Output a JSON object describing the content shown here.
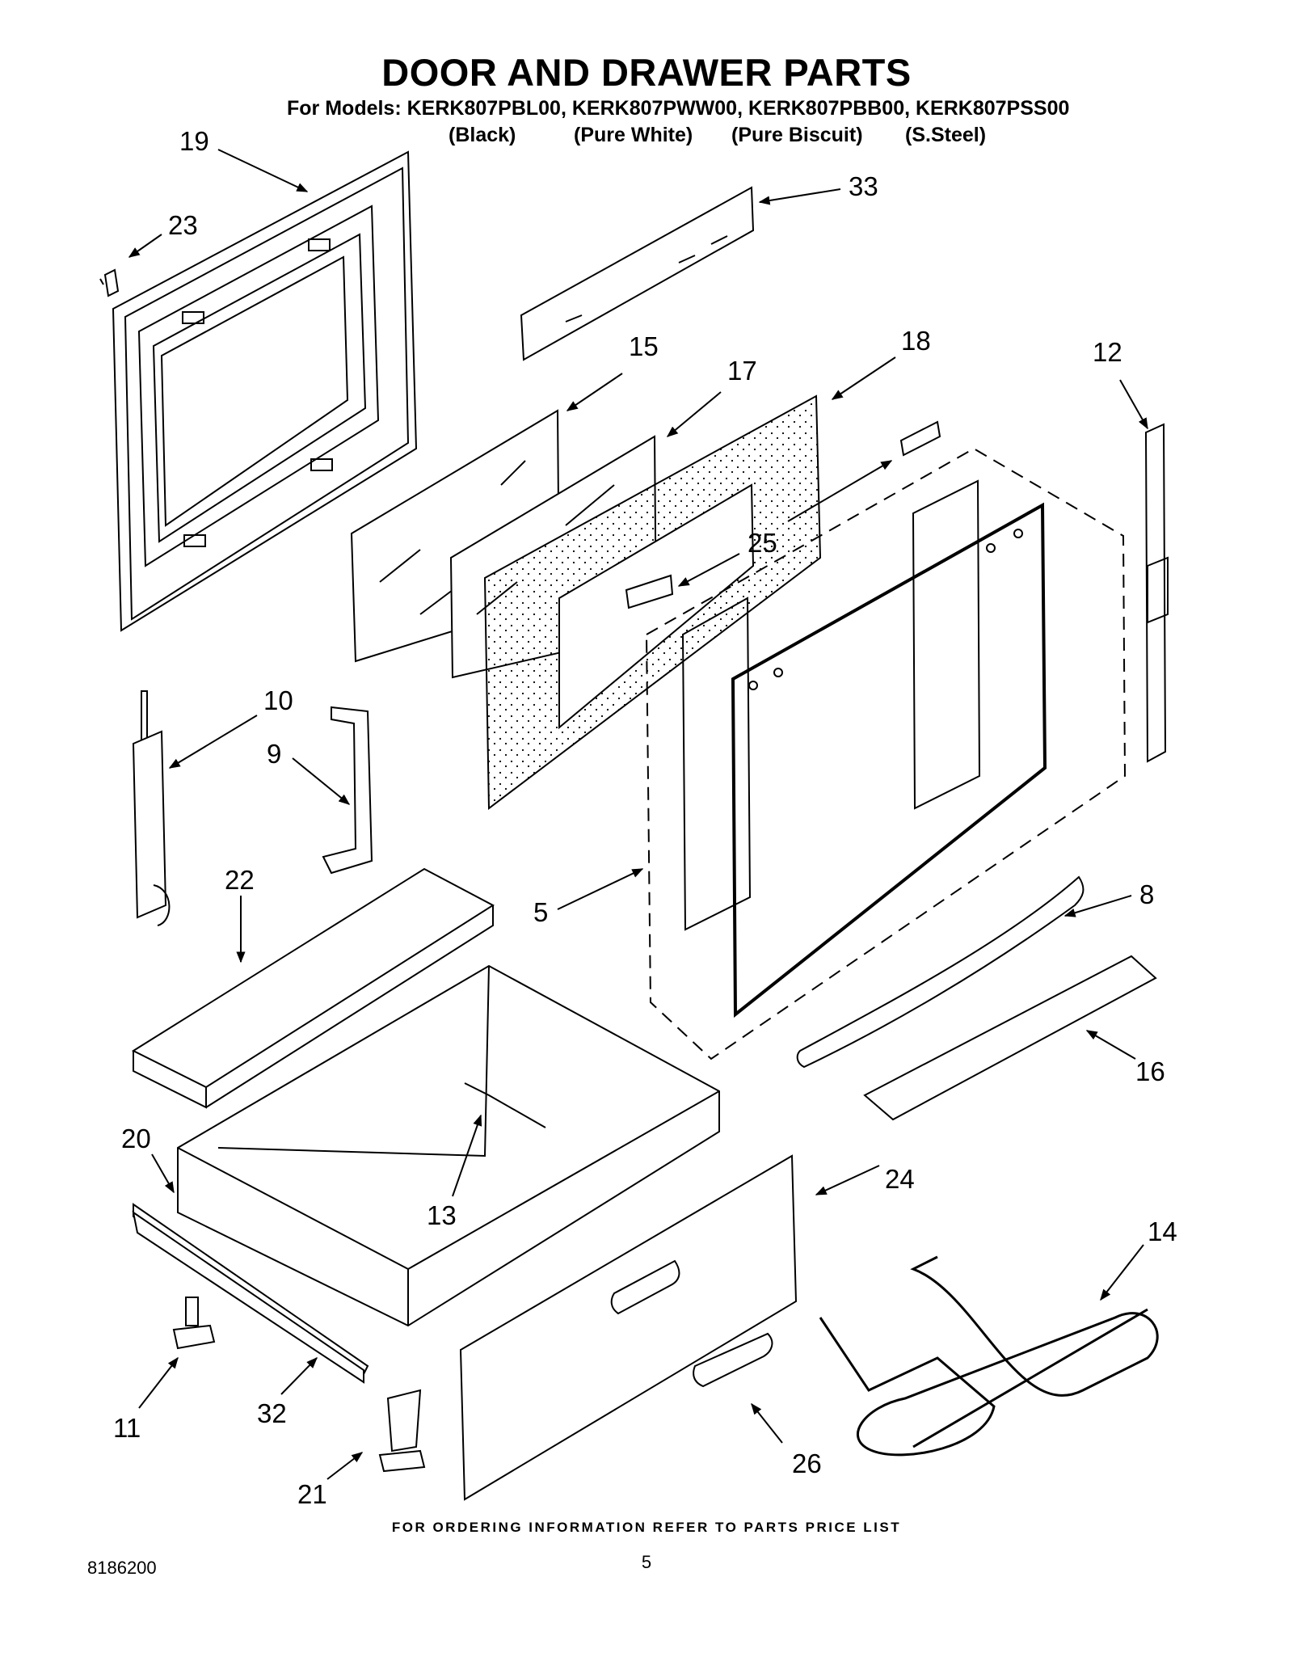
{
  "title": "DOOR AND DRAWER PARTS",
  "models_line": "For Models: KERK807PBL00, KERK807PWW00, KERK807PBB00, KERK807PSS00",
  "colors": [
    "(Black)",
    "(Pure White)",
    "(Pure Biscuit)",
    "(S.Steel)"
  ],
  "callouts": {
    "c19": "19",
    "c23": "23",
    "c33": "33",
    "c15": "15",
    "c17": "17",
    "c18": "18",
    "c12": "12",
    "c25": "25",
    "c10": "10",
    "c9": "9",
    "c22": "22",
    "c5": "5",
    "c8": "8",
    "c16": "16",
    "c20": "20",
    "c13": "13",
    "c24": "24",
    "c14": "14",
    "c11": "11",
    "c32": "32",
    "c21": "21",
    "c26": "26"
  },
  "footer": "FOR ORDERING INFORMATION REFER TO PARTS PRICE LIST",
  "doc_number": "8186200",
  "page_number": "5"
}
